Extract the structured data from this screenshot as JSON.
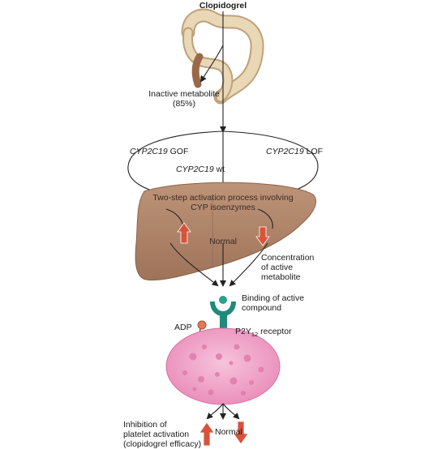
{
  "title": "Clopidogrel",
  "inactive_metabolite": "Inactive metabolite\n(85%)",
  "gof_gene": "CYP2C19",
  "gof_suffix": " GOF",
  "lof_gene": "CYP2C19",
  "lof_suffix": " LOF",
  "wt_gene": "CYP2C19",
  "wt_suffix": " wt",
  "activation": "Two-step activation process involving\nCYP isoenzymes",
  "normal_liver": "Normal",
  "concentration": "Concentration\nof active\nmetabolite",
  "binding": "Binding of active\ncompound",
  "receptor": "P2Y",
  "receptor_sub": "12",
  "receptor_suffix": " receptor",
  "adp": "ADP",
  "inhibition": "Inhibition of\nplatelet activation\n(clopidogrel efficacy)",
  "normal_platelet": "Normal",
  "colors": {
    "intestine": "#e6d2b0",
    "liver": "#b08468",
    "platelet": "#ef9fc4",
    "receptor": "#1f8a7a",
    "arrow_red": "#d9533a",
    "line": "#333333"
  }
}
